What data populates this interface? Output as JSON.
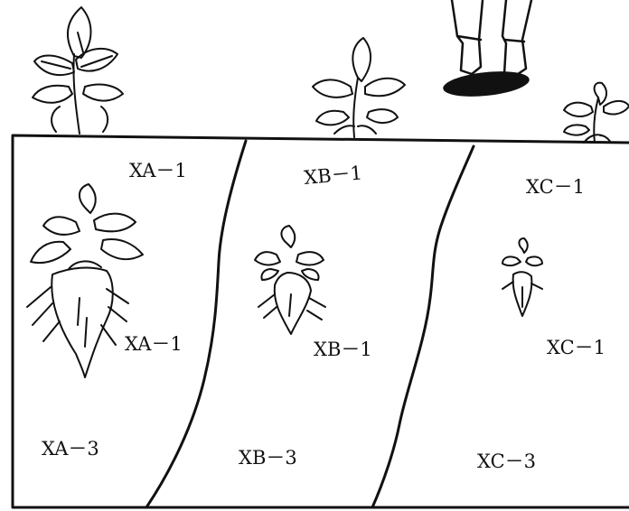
{
  "labels": {
    "xa_top": "XA－1",
    "xb_top": "XB－1",
    "xc_top": "XC－1",
    "xa_mid": "XA－1",
    "xb_mid": "XB－1",
    "xc_mid": "XC－1",
    "xa_bottom": "XA－3",
    "xb_bottom": "XB－3",
    "xc_bottom": "XC－3"
  },
  "icons": [
    "beet-plant-icon",
    "person-legs-icon",
    "beet-root-icon"
  ],
  "colors": {
    "ink": "#111111",
    "paper": "#ffffff"
  }
}
